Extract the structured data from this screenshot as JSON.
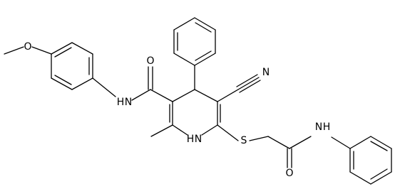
{
  "molecule": {
    "labels": {
      "methoxy_o": "O",
      "amide1_o": "O",
      "amide1_nh": "N",
      "amide1_h": "H",
      "nitrile_n": "N",
      "ring_nh": "N",
      "ring_h": "H",
      "thioether_s": "S",
      "amide2_o": "O",
      "amide2_nh": "N",
      "amide2_h": "H"
    }
  }
}
